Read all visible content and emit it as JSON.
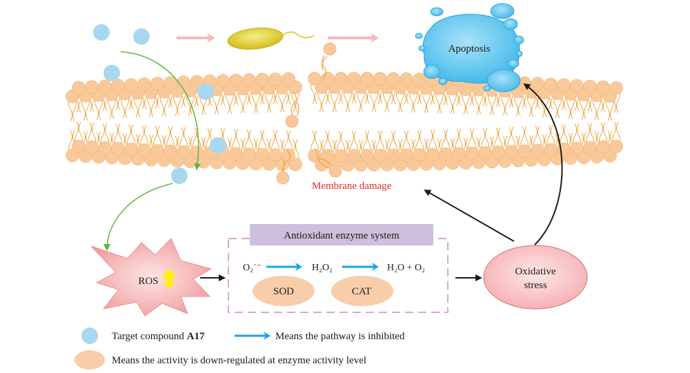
{
  "labels": {
    "apoptosis": "Apoptosis",
    "membrane_damage": "Membrane damage",
    "ros": "ROS",
    "enzyme_system_title": "Antioxidant enzyme system",
    "superoxide": "O₂˙⁻",
    "hydrogen_peroxide": "H₂O₂",
    "products": "H₂O + O₂",
    "sod": "SOD",
    "cat": "CAT",
    "oxidative_stress_line1": "Oxidative",
    "oxidative_stress_line2": "stress"
  },
  "legend": {
    "compound_prefix": "Target compound ",
    "compound_name": "A17",
    "inhibited": "Means the pathway is inhibited",
    "downregulated": "Means the activity is down-regulated at enzyme activity level"
  },
  "colors": {
    "compound": "#a8d8f0",
    "enzyme": "#f8cdaa",
    "inhibit_arrow": "#1aa3e8",
    "green_arrow": "#5db83a",
    "membrane_damage_text": "#e8262b",
    "lipid_head": "#f9c99a",
    "lipid_tail": "#f0a542",
    "apoptosis": "#5cc5ef",
    "header_fill": "#ccc0dc",
    "dashed_border": "#d7a6d7"
  }
}
